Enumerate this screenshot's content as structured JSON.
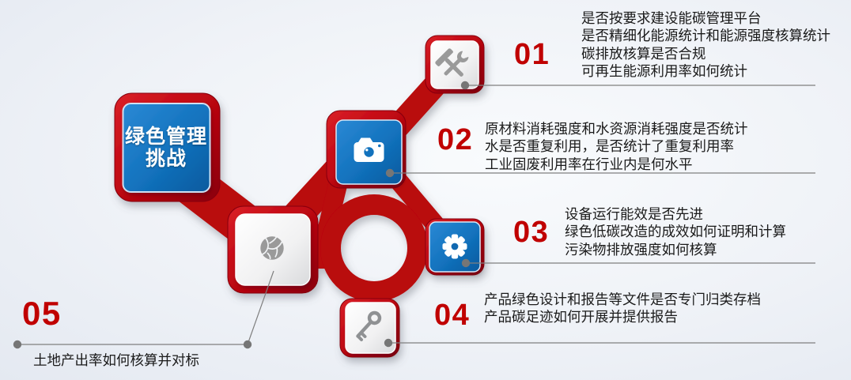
{
  "title": {
    "line1": "绿色管理",
    "line2": "挑战"
  },
  "items": [
    {
      "number": "01",
      "icon": "hammer-wrench-icon",
      "lines": [
        "是否按要求建设能碳管理平台",
        "是否精细化能源统计和能源强度核算统计",
        "碳排放核算是否合规",
        "可再生能源利用率如何统计"
      ]
    },
    {
      "number": "02",
      "icon": "camera-icon",
      "lines": [
        "原材料消耗强度和水资源消耗强度是否统计",
        "水是否重复利用，是否统计了重复利用率",
        "工业固废利用率在行业内是何水平"
      ]
    },
    {
      "number": "03",
      "icon": "gear-icon",
      "lines": [
        "设备运行能效是否先进",
        "绿色低碳改造的成效如何证明和计算",
        "污染物排放强度如何核算"
      ]
    },
    {
      "number": "04",
      "icon": "key-icon",
      "lines": [
        "产品绿色设计和报告等文件是否专门归类存档",
        "产品碳足迹如何开展并提供报告"
      ]
    },
    {
      "number": "05",
      "icon": "globe-icon",
      "lines": [
        "土地产出率如何核算并对标"
      ]
    }
  ],
  "colors": {
    "red_main": "#c00712",
    "red_dark": "#8c040b",
    "blue_tile": "#1272bd",
    "number_red": "#c00000",
    "icon_gray": "#9a9a9a",
    "leader_line_gray": "#7f7f7f",
    "body_text": "#1a1a1a"
  }
}
